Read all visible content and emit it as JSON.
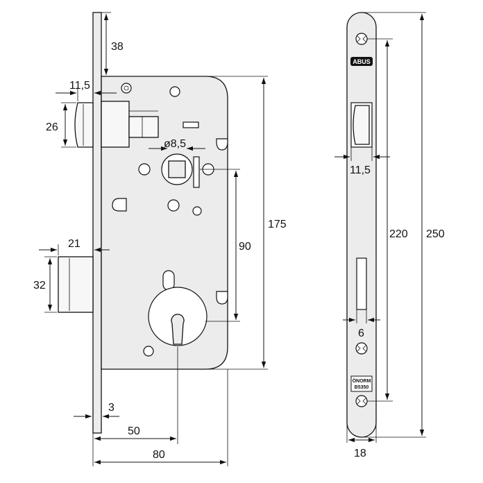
{
  "brand_label": "ABUS",
  "standard_label": {
    "line1": "ÖNORM",
    "line2": "B5350"
  },
  "dimensions": {
    "top_offset": "38",
    "latch_projection": "11,5",
    "latch_height": "26",
    "spindle_diameter": "ø8,5",
    "body_height": "175",
    "spindle_to_key": "90",
    "bolt_projection": "21",
    "bolt_height": "32",
    "faceplate_thickness": "3",
    "backset": "50",
    "body_width": "80",
    "faceplate_latch_width": "11,5",
    "faceplate_hole_spacing": "220",
    "faceplate_length": "250",
    "bolt_slot_width": "6",
    "faceplate_width": "18"
  }
}
